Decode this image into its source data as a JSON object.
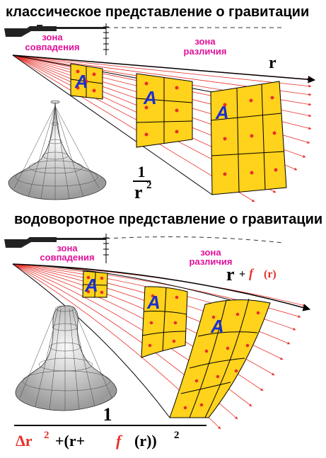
{
  "top": {
    "title": "классическое представление о гравитации",
    "zone_match": [
      "зона",
      "совпадения"
    ],
    "zone_diff": [
      "зона",
      "различия"
    ],
    "axis_label": "r",
    "formula": {
      "numerator": "1",
      "denominator": "r",
      "exponent": "2"
    },
    "panel_letters": [
      "A",
      "A",
      "A"
    ]
  },
  "bottom": {
    "title": "водоворотное представление о гравитации",
    "zone_match": [
      "зона",
      "совпадения"
    ],
    "zone_diff": [
      "зона",
      "различия"
    ],
    "axis_label": "r",
    "axis_extra": [
      "+",
      "f",
      "(r)"
    ],
    "formula": {
      "numerator": "1",
      "delta": "Δr",
      "exp": "2",
      "plus": "+(r+",
      "f": "f",
      "mid": "(r))",
      "exp2": "2"
    },
    "panel_letters": [
      "A",
      "A",
      "A"
    ]
  },
  "colors": {
    "panel_fill": "#ffd21c",
    "ray_red": "#e8302a",
    "zone_magenta": "#e0109a",
    "letter_blue": "#1a2fd0",
    "formula_red": "#e8302a"
  },
  "icons": [
    "rifle-icon",
    "ruler-scale-icon",
    "funnel-surface-icon",
    "vortex-surface-icon"
  ]
}
